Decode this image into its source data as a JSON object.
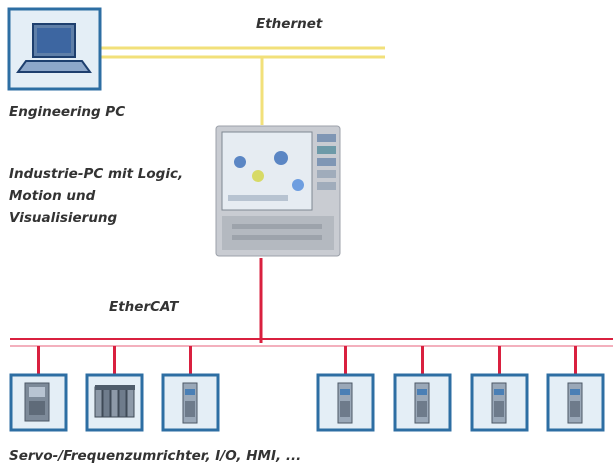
{
  "labels": {
    "ethernet": "Ethernet",
    "engineering_pc": "Engineering PC",
    "industrial_pc_lines": [
      "Industrie-PC mit Logic,",
      "Motion und",
      "Visualisierung"
    ],
    "ethercat": "EtherCAT",
    "devices": "Servo-/Frequenzumrichter, I/O, HMI, ..."
  },
  "colors": {
    "ethernet_bus": "#f2e07a",
    "ethercat_bus": "#d9203f",
    "box_border": "#2d6ea3",
    "box_fill": "#e4eef6",
    "text": "#333333"
  },
  "devices": [
    {
      "icon": "servo-drive-icon"
    },
    {
      "icon": "io-module-icon"
    },
    {
      "icon": "drive-module-icon"
    },
    {
      "icon": "drive-module-icon"
    },
    {
      "icon": "drive-module-icon"
    },
    {
      "icon": "drive-module-icon"
    },
    {
      "icon": "drive-module-icon"
    }
  ]
}
